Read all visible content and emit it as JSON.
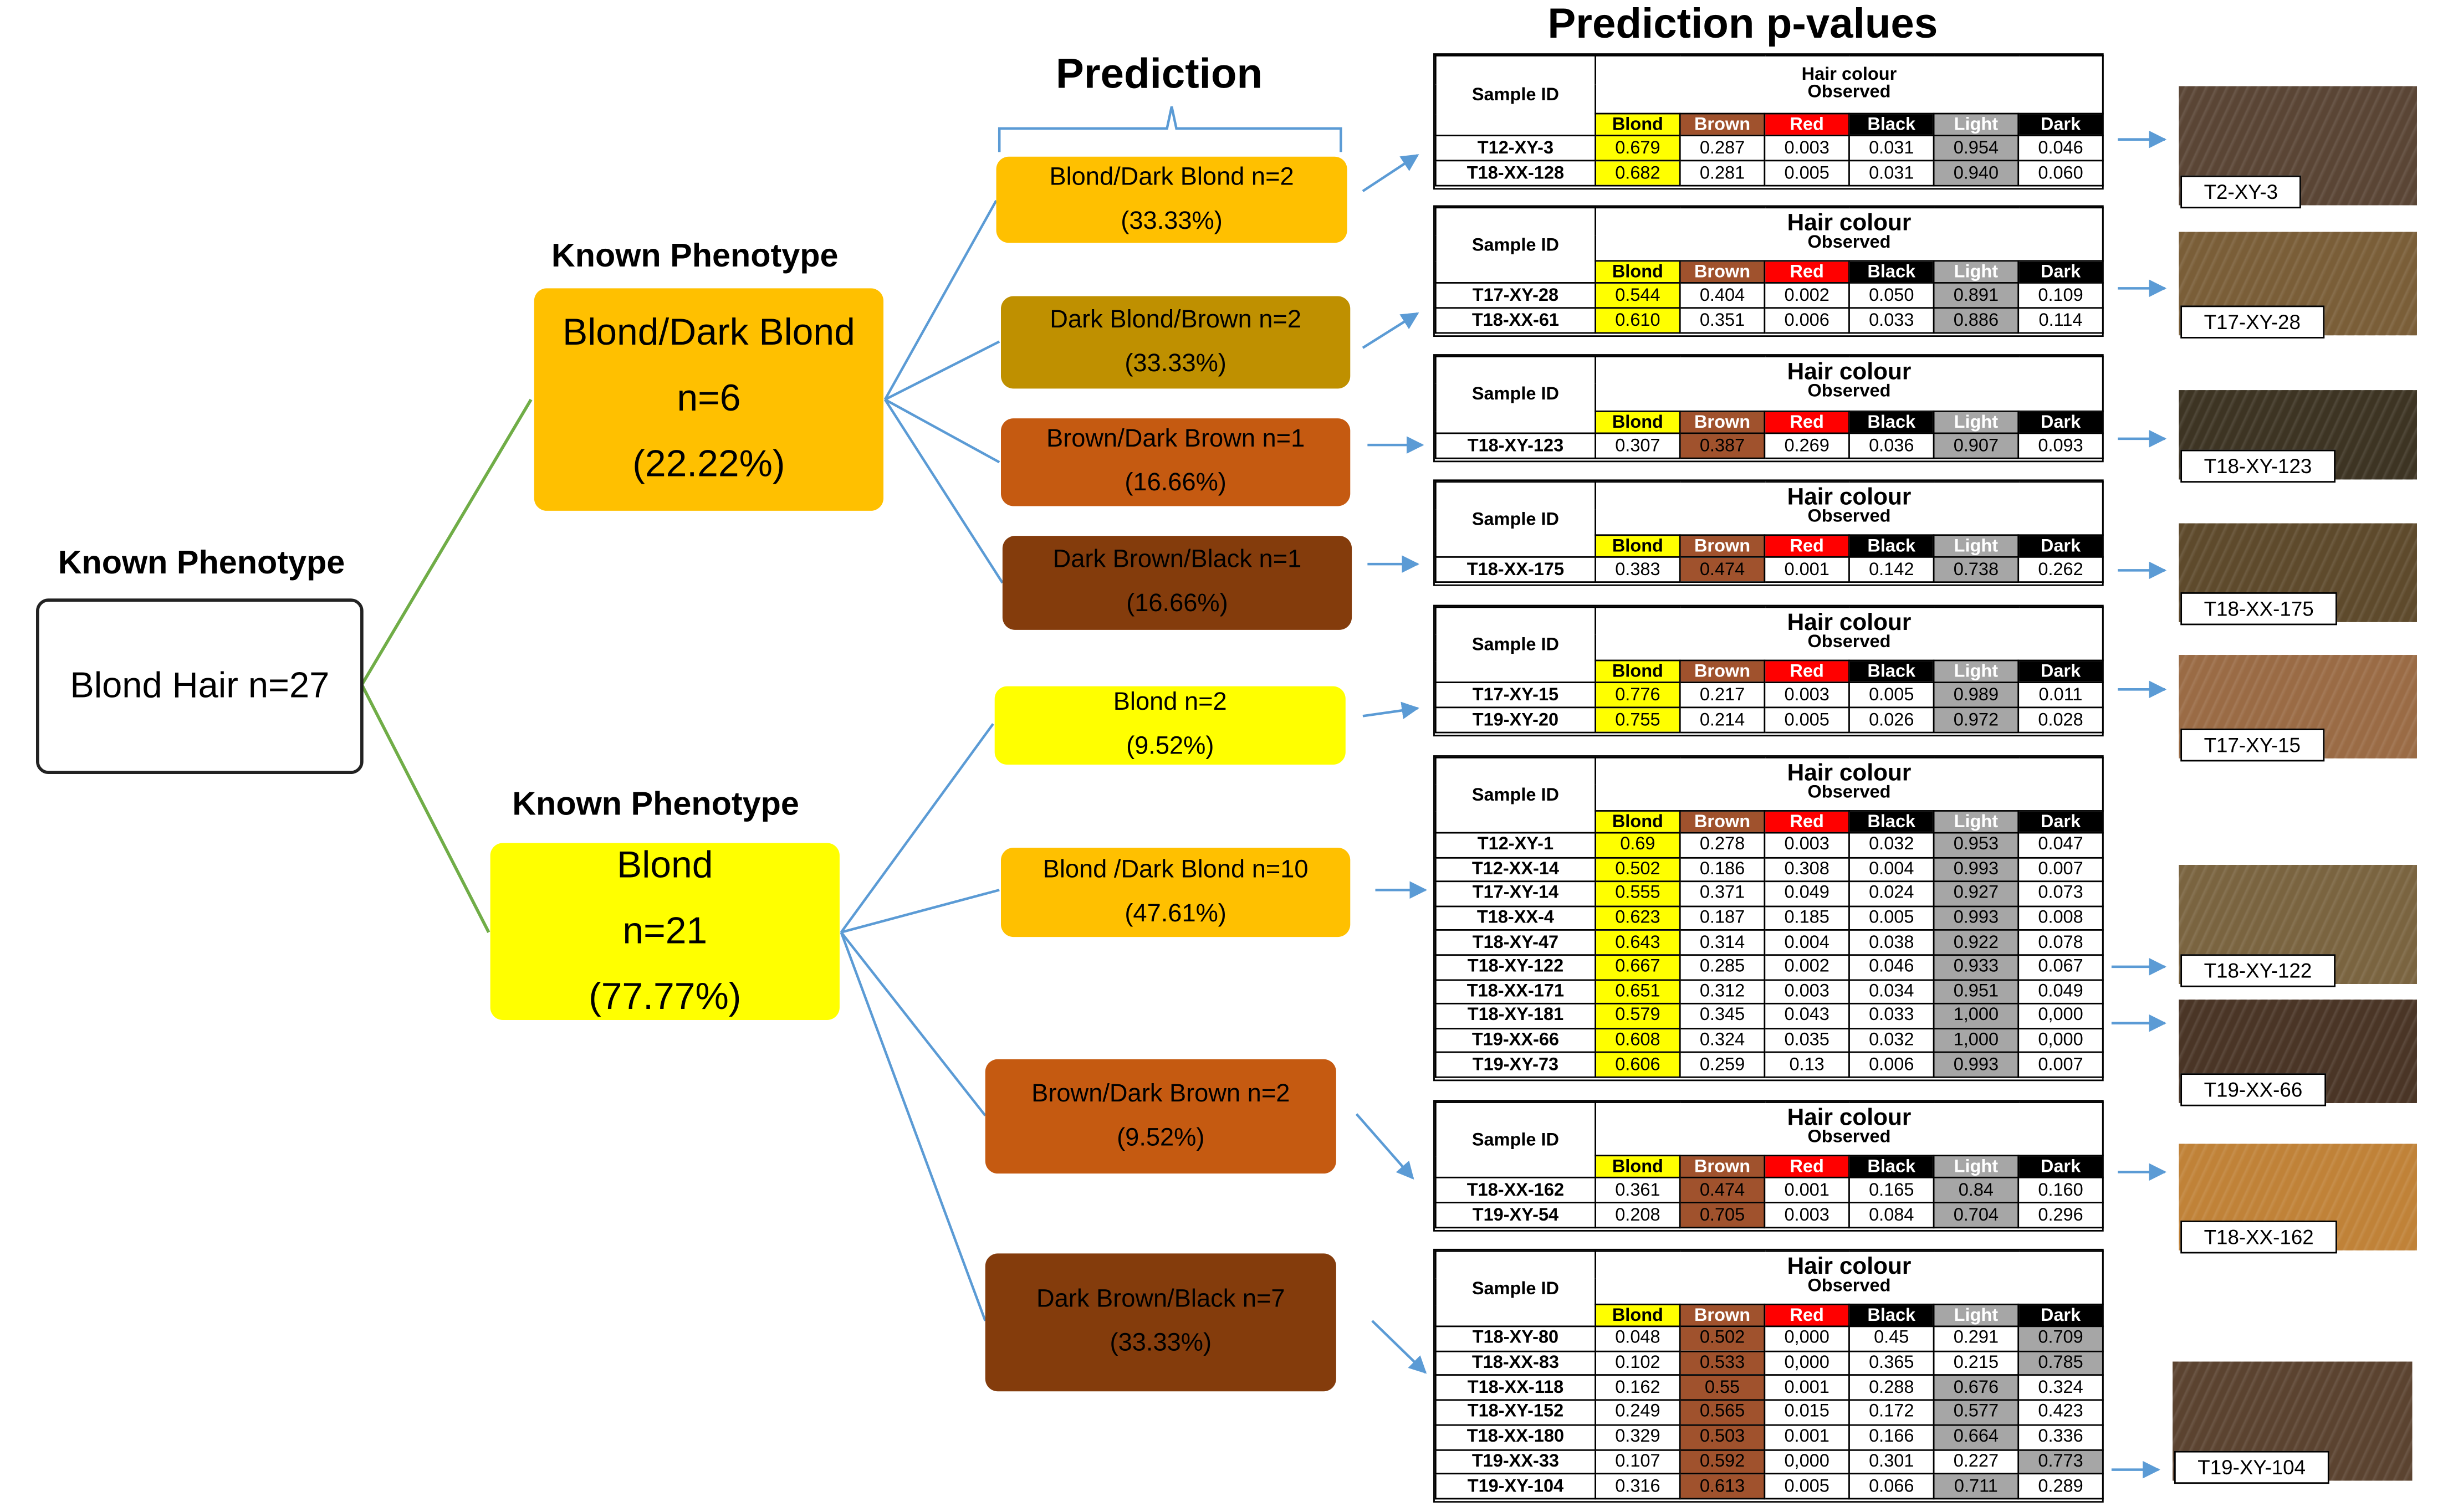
{
  "header": {
    "prediction_pvalues": "Prediction p-values",
    "prediction": "Prediction",
    "known_phenotype": "Known Phenotype"
  },
  "root": {
    "label": "Blond Hair n=27"
  },
  "known": [
    {
      "lines": [
        "Blond/Dark Blond",
        "n=6",
        "(22.22%)"
      ],
      "color": "#FFC000"
    },
    {
      "lines": [
        "Blond",
        "n=21",
        "(77.77%)"
      ],
      "color": "#FFFF00"
    }
  ],
  "predictions": [
    {
      "lines": [
        "Blond/Dark Blond n=2",
        "(33.33%)"
      ],
      "color": "#FFC000"
    },
    {
      "lines": [
        "Dark Blond/Brown n=2",
        "(33.33%)"
      ],
      "color": "#BF9000"
    },
    {
      "lines": [
        "Brown/Dark Brown n=1",
        "(16.66%)"
      ],
      "color": "#C55A11"
    },
    {
      "lines": [
        "Dark Brown/Black n=1",
        "(16.66%)"
      ],
      "color": "#843C0C"
    },
    {
      "lines": [
        "Blond n=2",
        "(9.52%)"
      ],
      "color": "#FFFF00"
    },
    {
      "lines": [
        "Blond /Dark Blond  n=10",
        "(47.61%)"
      ],
      "color": "#FFC000"
    },
    {
      "lines": [
        "Brown/Dark Brown n=2",
        "(9.52%)"
      ],
      "color": "#C55A11"
    },
    {
      "lines": [
        "Dark Brown/Black n=7",
        "(33.33%)"
      ],
      "color": "#843C0C"
    }
  ],
  "table_labels": {
    "sample_id": "Sample ID",
    "hair_colour": "Hair colour",
    "observed": "Observed",
    "categories": [
      "Blond",
      "Brown",
      "Red",
      "Black",
      "Light",
      "Dark"
    ]
  },
  "category_colors": {
    "Blond": "#FFFF00",
    "Brown": "#A0522D",
    "Red": "#FF0000",
    "Black": "#000000",
    "Light": "#A6A6A6",
    "Dark": "#000000"
  },
  "highlight_colors": {
    "blond": "#FFFF00",
    "brown": "#A0522D",
    "grey": "#A6A6A6"
  },
  "tables": [
    {
      "rows": [
        {
          "id": "T12-XY-3",
          "vals": [
            "0.679",
            "0.287",
            "0.003",
            "0.031",
            "0.954",
            "0.046"
          ],
          "hl": [
            0,
            4
          ]
        },
        {
          "id": "T18-XX-128",
          "vals": [
            "0.682",
            "0.281",
            "0.005",
            "0.031",
            "0.940",
            "0.060"
          ],
          "hl": [
            0,
            4
          ]
        }
      ]
    },
    {
      "rows": [
        {
          "id": "T17-XY-28",
          "vals": [
            "0.544",
            "0.404",
            "0.002",
            "0.050",
            "0.891",
            "0.109"
          ],
          "hl": [
            0,
            4
          ]
        },
        {
          "id": "T18-XX-61",
          "vals": [
            "0.610",
            "0.351",
            "0.006",
            "0.033",
            "0.886",
            "0.114"
          ],
          "hl": [
            0,
            4
          ]
        }
      ]
    },
    {
      "rows": [
        {
          "id": "T18-XY-123",
          "vals": [
            "0.307",
            "0.387",
            "0.269",
            "0.036",
            "0.907",
            "0.093"
          ],
          "hl": [
            1,
            4
          ]
        }
      ]
    },
    {
      "rows": [
        {
          "id": "T18-XX-175",
          "vals": [
            "0.383",
            "0.474",
            "0.001",
            "0.142",
            "0.738",
            "0.262"
          ],
          "hl": [
            1,
            4
          ]
        }
      ]
    },
    {
      "rows": [
        {
          "id": "T17-XY-15",
          "vals": [
            "0.776",
            "0.217",
            "0.003",
            "0.005",
            "0.989",
            "0.011"
          ],
          "hl": [
            0,
            4
          ]
        },
        {
          "id": "T19-XY-20",
          "vals": [
            "0.755",
            "0.214",
            "0.005",
            "0.026",
            "0.972",
            "0.028"
          ],
          "hl": [
            0,
            4
          ]
        }
      ]
    },
    {
      "rows": [
        {
          "id": "T12-XY-1",
          "vals": [
            "0.69",
            "0.278",
            "0.003",
            "0.032",
            "0.953",
            "0.047"
          ],
          "hl": [
            0,
            4
          ]
        },
        {
          "id": "T12-XX-14",
          "vals": [
            "0.502",
            "0.186",
            "0.308",
            "0.004",
            "0.993",
            "0.007"
          ],
          "hl": [
            0,
            4
          ]
        },
        {
          "id": "T17-XY-14",
          "vals": [
            "0.555",
            "0.371",
            "0.049",
            "0.024",
            "0.927",
            "0.073"
          ],
          "hl": [
            0,
            4
          ]
        },
        {
          "id": "T18-XX-4",
          "vals": [
            "0.623",
            "0.187",
            "0.185",
            "0.005",
            "0.993",
            "0.008"
          ],
          "hl": [
            0,
            4
          ]
        },
        {
          "id": "T18-XY-47",
          "vals": [
            "0.643",
            "0.314",
            "0.004",
            "0.038",
            "0.922",
            "0.078"
          ],
          "hl": [
            0,
            4
          ]
        },
        {
          "id": "T18-XY-122",
          "vals": [
            "0.667",
            "0.285",
            "0.002",
            "0.046",
            "0.933",
            "0.067"
          ],
          "hl": [
            0,
            4
          ]
        },
        {
          "id": "T18-XX-171",
          "vals": [
            "0.651",
            "0.312",
            "0.003",
            "0.034",
            "0.951",
            "0.049"
          ],
          "hl": [
            0,
            4
          ]
        },
        {
          "id": "T18-XY-181",
          "vals": [
            "0.579",
            "0.345",
            "0.043",
            "0.033",
            "1,000",
            "0,000"
          ],
          "hl": [
            0,
            4
          ]
        },
        {
          "id": "T19-XX-66",
          "vals": [
            "0.608",
            "0.324",
            "0.035",
            "0.032",
            "1,000",
            "0,000"
          ],
          "hl": [
            0,
            4
          ]
        },
        {
          "id": "T19-XY-73",
          "vals": [
            "0.606",
            "0.259",
            "0.13",
            "0.006",
            "0.993",
            "0.007"
          ],
          "hl": [
            0,
            4
          ]
        }
      ]
    },
    {
      "rows": [
        {
          "id": "T18-XX-162",
          "vals": [
            "0.361",
            "0.474",
            "0.001",
            "0.165",
            "0.84",
            "0.160"
          ],
          "hl": [
            1,
            4
          ]
        },
        {
          "id": "T19-XY-54",
          "vals": [
            "0.208",
            "0.705",
            "0.003",
            "0.084",
            "0.704",
            "0.296"
          ],
          "hl": [
            1,
            4
          ]
        }
      ]
    },
    {
      "rows": [
        {
          "id": "T18-XY-80",
          "vals": [
            "0.048",
            "0.502",
            "0,000",
            "0.45",
            "0.291",
            "0.709"
          ],
          "hl": [
            1,
            5
          ]
        },
        {
          "id": "T18-XX-83",
          "vals": [
            "0.102",
            "0.533",
            "0,000",
            "0.365",
            "0.215",
            "0.785"
          ],
          "hl": [
            1,
            5
          ]
        },
        {
          "id": "T18-XX-118",
          "vals": [
            "0.162",
            "0.55",
            "0.001",
            "0.288",
            "0.676",
            "0.324"
          ],
          "hl": [
            1,
            4
          ]
        },
        {
          "id": "T18-XY-152",
          "vals": [
            "0.249",
            "0.565",
            "0.015",
            "0.172",
            "0.577",
            "0.423"
          ],
          "hl": [
            1,
            4
          ]
        },
        {
          "id": "T18-XX-180",
          "vals": [
            "0.329",
            "0.503",
            "0.001",
            "0.166",
            "0.664",
            "0.336"
          ],
          "hl": [
            1,
            4
          ]
        },
        {
          "id": "T19-XX-33",
          "vals": [
            "0.107",
            "0.592",
            "0,000",
            "0.301",
            "0.227",
            "0.773"
          ],
          "hl": [
            1,
            5
          ]
        },
        {
          "id": "T19-XY-104",
          "vals": [
            "0.316",
            "0.613",
            "0.005",
            "0.066",
            "0.711",
            "0.289"
          ],
          "hl": [
            1,
            4
          ]
        }
      ]
    }
  ],
  "photos": [
    {
      "label": "T2-XY-3",
      "color": "#5a4535"
    },
    {
      "label": "T17-XY-28",
      "color": "#7a5e38"
    },
    {
      "label": "T18-XY-123",
      "color": "#3d3423"
    },
    {
      "label": "T18-XX-175",
      "color": "#5e4a2c"
    },
    {
      "label": "T17-XY-15",
      "color": "#9a6b45"
    },
    {
      "label": "T18-XY-122",
      "color": "#7a6440"
    },
    {
      "label": "T19-XX-66",
      "color": "#4a3526"
    },
    {
      "label": "T18-XX-162",
      "color": "#c08238"
    },
    {
      "label": "T19-XY-104",
      "color": "#5b4330"
    }
  ]
}
